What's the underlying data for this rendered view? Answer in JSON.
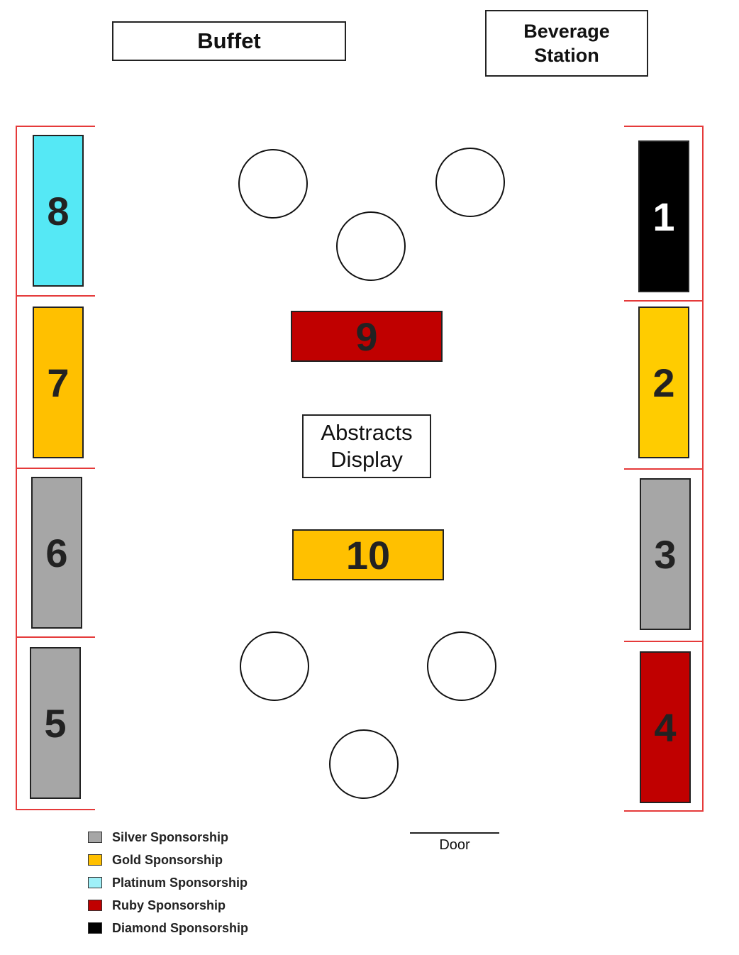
{
  "labels": {
    "buffet": "Buffet",
    "beverage": "Beverage\nStation",
    "abstracts": "Abstracts\nDisplay",
    "door": "Door"
  },
  "colors": {
    "silver": "#a6a6a6",
    "gold": "#ffc000",
    "gold_alt": "#ffcc00",
    "platinum": "#55e8f5",
    "ruby": "#c00000",
    "diamond": "#000000",
    "red_line": "#e53a3a"
  },
  "booths": {
    "b1": "1",
    "b2": "2",
    "b3": "3",
    "b4": "4",
    "b5": "5",
    "b6": "6",
    "b7": "7",
    "b8": "8",
    "b9": "9",
    "b10": "10"
  },
  "legend": [
    {
      "label": "Silver Sponsorship",
      "color": "#a6a6a6"
    },
    {
      "label": "Gold Sponsorship",
      "color": "#ffc000"
    },
    {
      "label": "Platinum Sponsorship",
      "color": "#9ff0f8"
    },
    {
      "label": "Ruby Sponsorship",
      "color": "#c00000"
    },
    {
      "label": "Diamond Sponsorship",
      "color": "#000000"
    }
  ]
}
